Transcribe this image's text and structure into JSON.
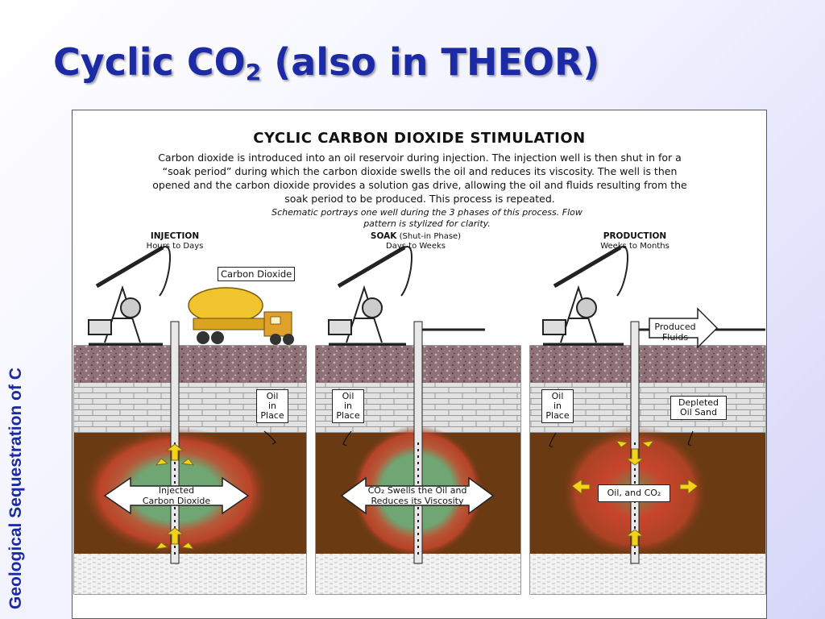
{
  "slide": {
    "title_main": "Cyclic CO",
    "title_sub": "2",
    "title_rest": " (also in THEOR)",
    "side_label": "Geological Sequestration of C"
  },
  "figure": {
    "title": "CYCLIC CARBON DIOXIDE STIMULATION",
    "description": "Carbon dioxide is introduced into an oil reservoir during injection. The injection well is then shut in for a “soak period” during which the carbon dioxide swells the oil and reduces its viscosity. The well is then opened and the carbon dioxide provides a solution gas drive, allowing the oil and fluids resulting from the soak period to be produced. This process is repeated.",
    "note": "Schematic portrays one well during the 3 phases of this process. Flow pattern is stylized for clarity.",
    "phases": [
      {
        "name": "INJECTION",
        "qualifier": "",
        "duration": "Hours to Days"
      },
      {
        "name": "SOAK",
        "qualifier": "(Shut-in Phase)",
        "duration": "Days to Weeks"
      },
      {
        "name": "PRODUCTION",
        "qualifier": "",
        "duration": "Weeks to Months"
      }
    ],
    "labels": {
      "carbon_dioxide": "Carbon Dioxide",
      "oil_in_place": [
        "Oil",
        "in",
        "Place"
      ],
      "produced_fluids": [
        "Produced",
        "Fluids"
      ],
      "depleted_oil_sand": [
        "Depleted",
        "Oil Sand"
      ],
      "injected_co2": [
        "Injected",
        "Carbon Dioxide"
      ],
      "swells": [
        "CO₂ Swells the Oil and",
        "Reduces its Viscosity"
      ],
      "oil_and_co2": "Oil, and CO₂"
    },
    "colors": {
      "title": "#1c2aa6",
      "rock_top": "#8e7278",
      "limestone": "#e2e2e2",
      "oil_sand": "#6a3a13",
      "co2_zone": "#6fa673",
      "halo": "#c8452c",
      "flow_arrow": "#f2d21a"
    }
  }
}
